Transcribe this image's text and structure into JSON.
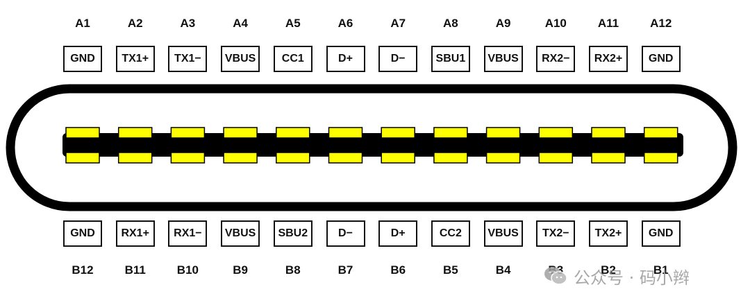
{
  "top_row": [
    {
      "pin": "A1",
      "signal": "GND"
    },
    {
      "pin": "A2",
      "signal": "TX1+"
    },
    {
      "pin": "A3",
      "signal": "TX1−"
    },
    {
      "pin": "A4",
      "signal": "VBUS"
    },
    {
      "pin": "A5",
      "signal": "CC1"
    },
    {
      "pin": "A6",
      "signal": "D+"
    },
    {
      "pin": "A7",
      "signal": "D−"
    },
    {
      "pin": "A8",
      "signal": "SBU1"
    },
    {
      "pin": "A9",
      "signal": "VBUS"
    },
    {
      "pin": "A10",
      "signal": "RX2−"
    },
    {
      "pin": "A11",
      "signal": "RX2+"
    },
    {
      "pin": "A12",
      "signal": "GND"
    }
  ],
  "bottom_row": [
    {
      "pin": "B12",
      "signal": "GND"
    },
    {
      "pin": "B11",
      "signal": "RX1+"
    },
    {
      "pin": "B10",
      "signal": "RX1−"
    },
    {
      "pin": "B9",
      "signal": "VBUS"
    },
    {
      "pin": "B8",
      "signal": "SBU2"
    },
    {
      "pin": "B7",
      "signal": "D−"
    },
    {
      "pin": "B6",
      "signal": "D+"
    },
    {
      "pin": "B5",
      "signal": "CC2"
    },
    {
      "pin": "B4",
      "signal": "VBUS"
    },
    {
      "pin": "B3",
      "signal": "TX2−"
    },
    {
      "pin": "B2",
      "signal": "TX2+"
    },
    {
      "pin": "B1",
      "signal": "GND"
    }
  ],
  "colors": {
    "outline": "#000000",
    "tongue": "#000000",
    "contact": "#ffff00",
    "box_border": "#111111",
    "watermark": "#9a9a9a"
  },
  "watermark": {
    "text": "公众号 · 码小辫",
    "icon": "wechat-logo-icon"
  }
}
